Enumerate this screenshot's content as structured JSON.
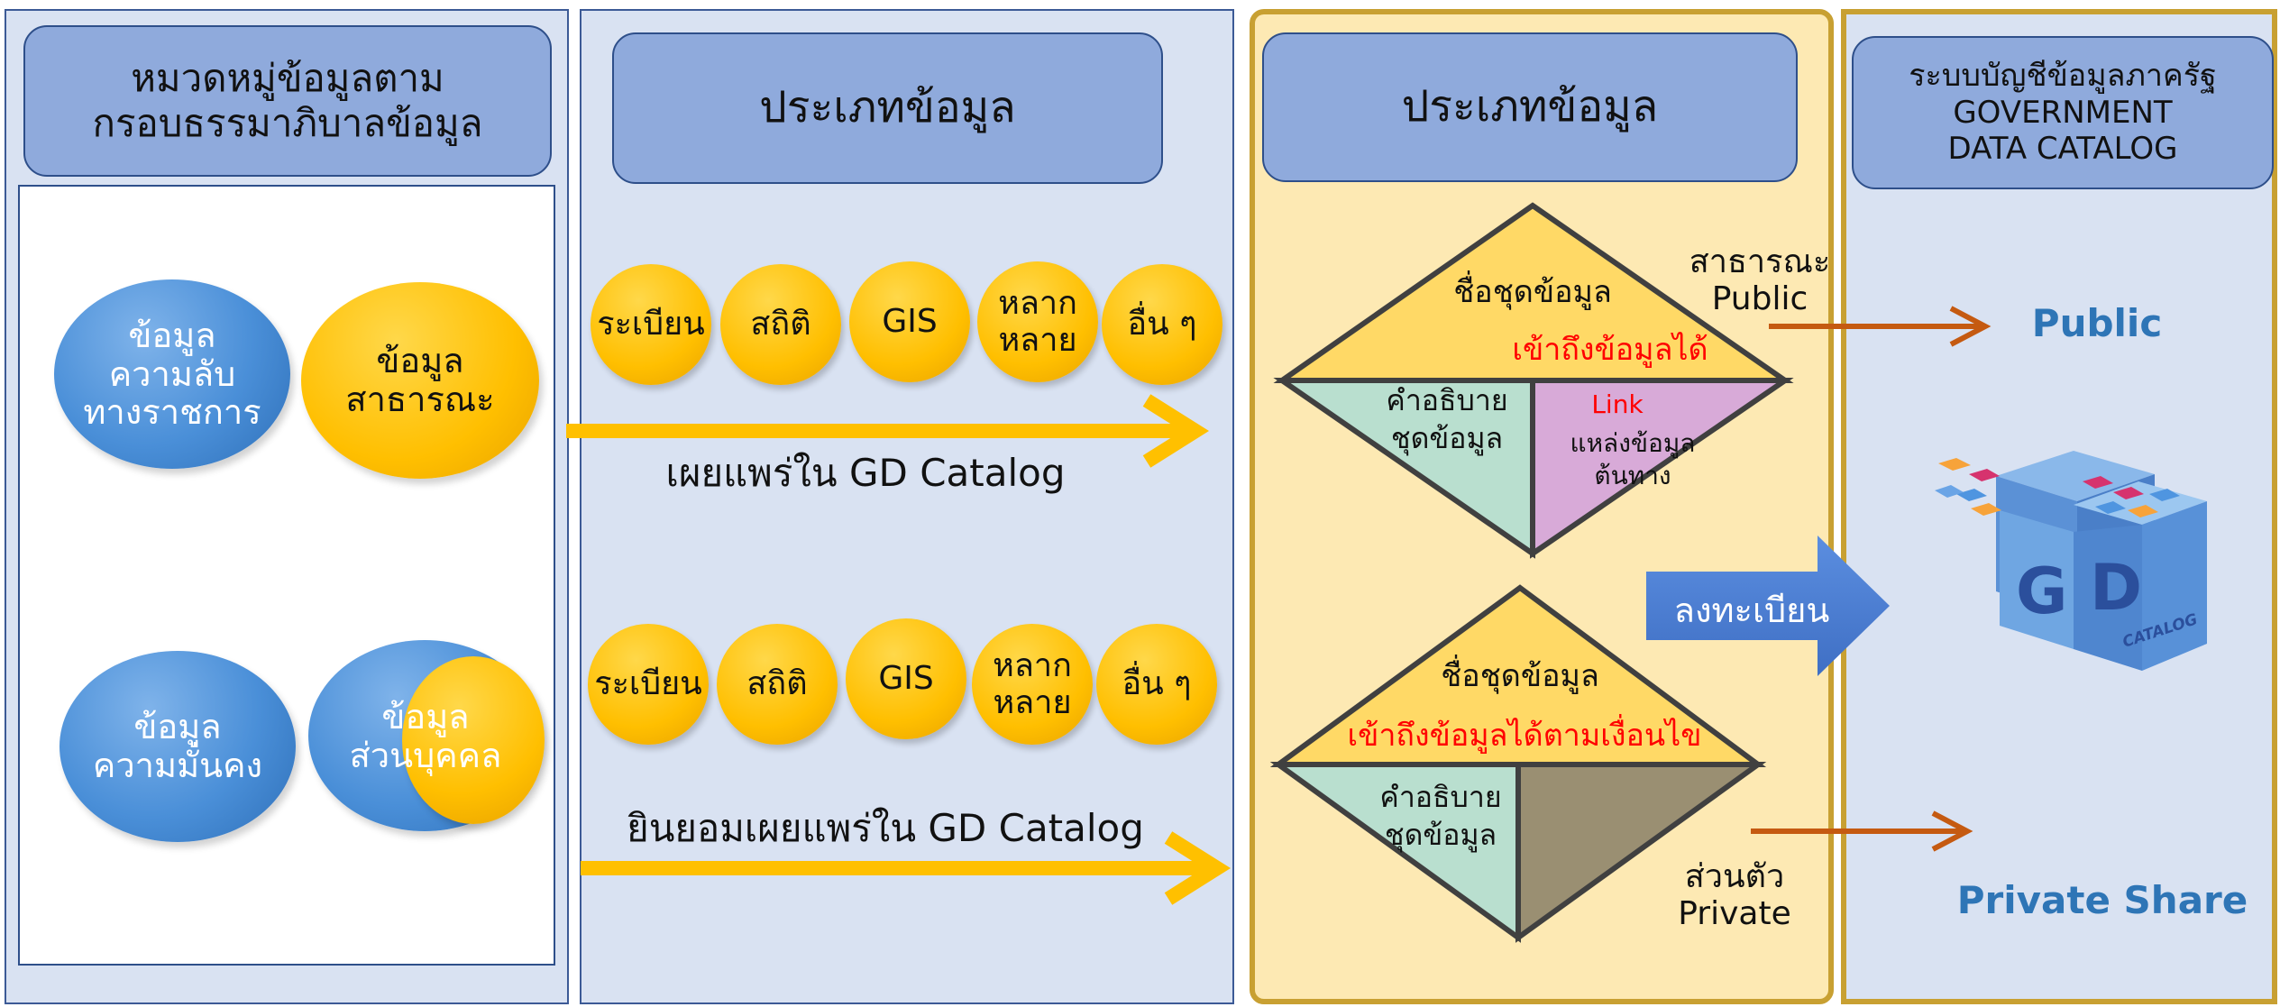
{
  "col1": {
    "header": "หมวดหมู่ข้อมูลตาม\nกรอบธรรมาภิบาลข้อมูล",
    "oval_secret": "ข้อมูล\nความลับ\nทางราชการ",
    "oval_public": "ข้อมูล\nสาธารณะ",
    "oval_security": "ข้อมูล\nความมั่นคง",
    "oval_personal": "ข้อมูล\nส่วนบุคคล"
  },
  "col2": {
    "header": "ประเภทข้อมูล",
    "types": [
      "ระเบียน",
      "สถิติ",
      "GIS",
      "หลาก\nหลาย",
      "อื่น ๆ"
    ],
    "publish_label": "เผยแพร่ใน GD Catalog",
    "consent_label": "ยินยอมเผยแพร่ใน GD Catalog"
  },
  "col3": {
    "header": "ประเภทข้อมูล",
    "top_diamond": {
      "title": "ชื่อชุดข้อมูล",
      "access": "เข้าถึงข้อมูลได้",
      "desc": "คำอธิบาย\nชุดข้อมูล",
      "link": "Link",
      "source": "แหล่งข้อมูล\nต้นทาง"
    },
    "bottom_diamond": {
      "title": "ชื่อชุดข้อมูล",
      "access": "เข้าถึงข้อมูลได้ตามเงื่อนไข",
      "desc": "คำอธิบาย\nชุดข้อมูล"
    },
    "public_label": "สาธารณะ\nPublic",
    "private_label": "ส่วนตัว\nPrivate",
    "register_label": "ลงทะเบียน"
  },
  "col4": {
    "header": "ระบบบัญชีข้อมูลภาครัฐ\nGOVERNMENT\nDATA CATALOG",
    "public": "Public",
    "private_share": "Private Share",
    "logo_letters": "G D",
    "logo_caption": "CATALOG"
  },
  "colors": {
    "blue_panel": "#d9e2f2",
    "header_blue": "#8faadc",
    "yellow_panel": "#fde9b3",
    "gold": "#ffc000",
    "text_blue": "#2e75b6",
    "red": "#ff0000",
    "arrow_orange": "#c55a11"
  }
}
